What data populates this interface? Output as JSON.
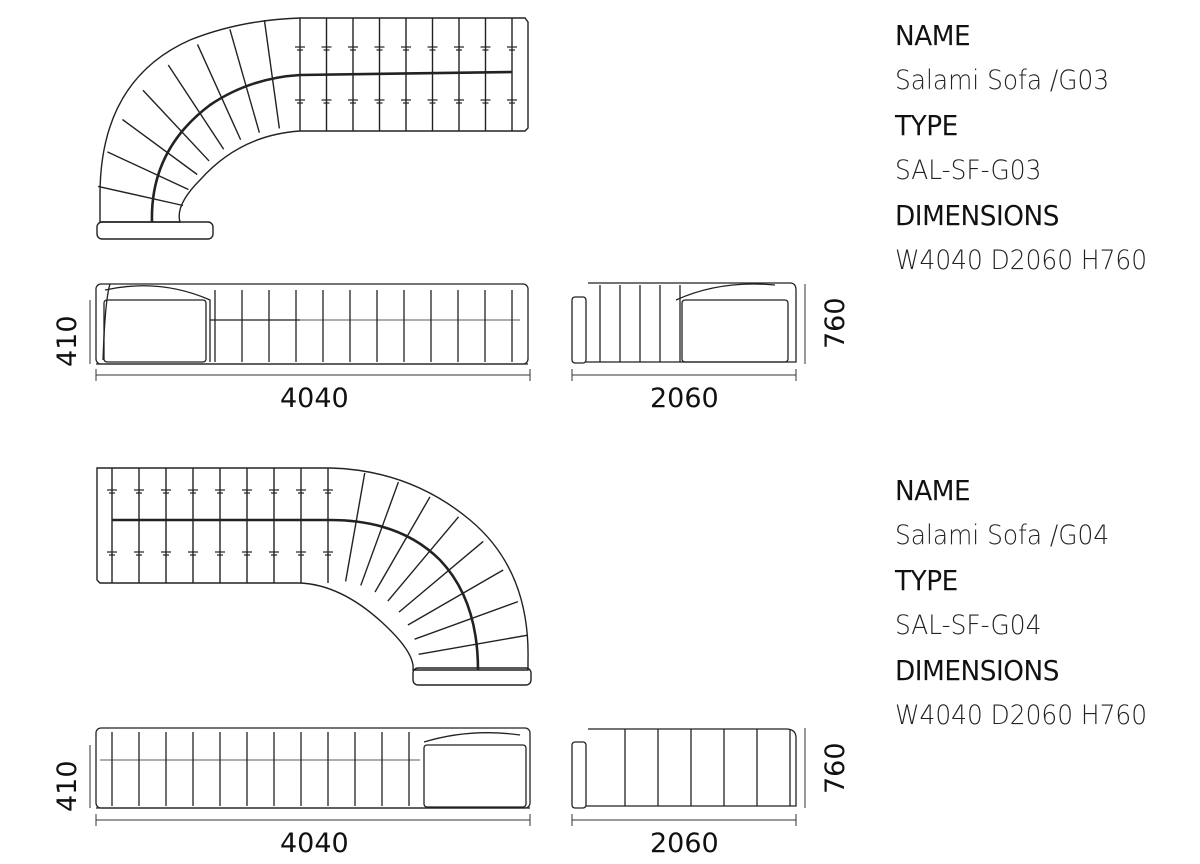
{
  "products": [
    {
      "name_label": "NAME",
      "name": "Salami Sofa /G03",
      "type_label": "TYPE",
      "type": "SAL-SF-G03",
      "dimensions_label": "DIMENSIONS",
      "dimensions": "W4040 D2060 H760",
      "width_dim": "4040",
      "depth_dim": "2060",
      "seat_height_dim": "410",
      "height_dim": "760"
    },
    {
      "name_label": "NAME",
      "name": "Salami Sofa /G04",
      "type_label": "TYPE",
      "type": "SAL-SF-G04",
      "dimensions_label": "DIMENSIONS",
      "dimensions": "W4040 D2060 H760",
      "width_dim": "4040",
      "depth_dim": "2060",
      "seat_height_dim": "410",
      "height_dim": "760"
    }
  ]
}
